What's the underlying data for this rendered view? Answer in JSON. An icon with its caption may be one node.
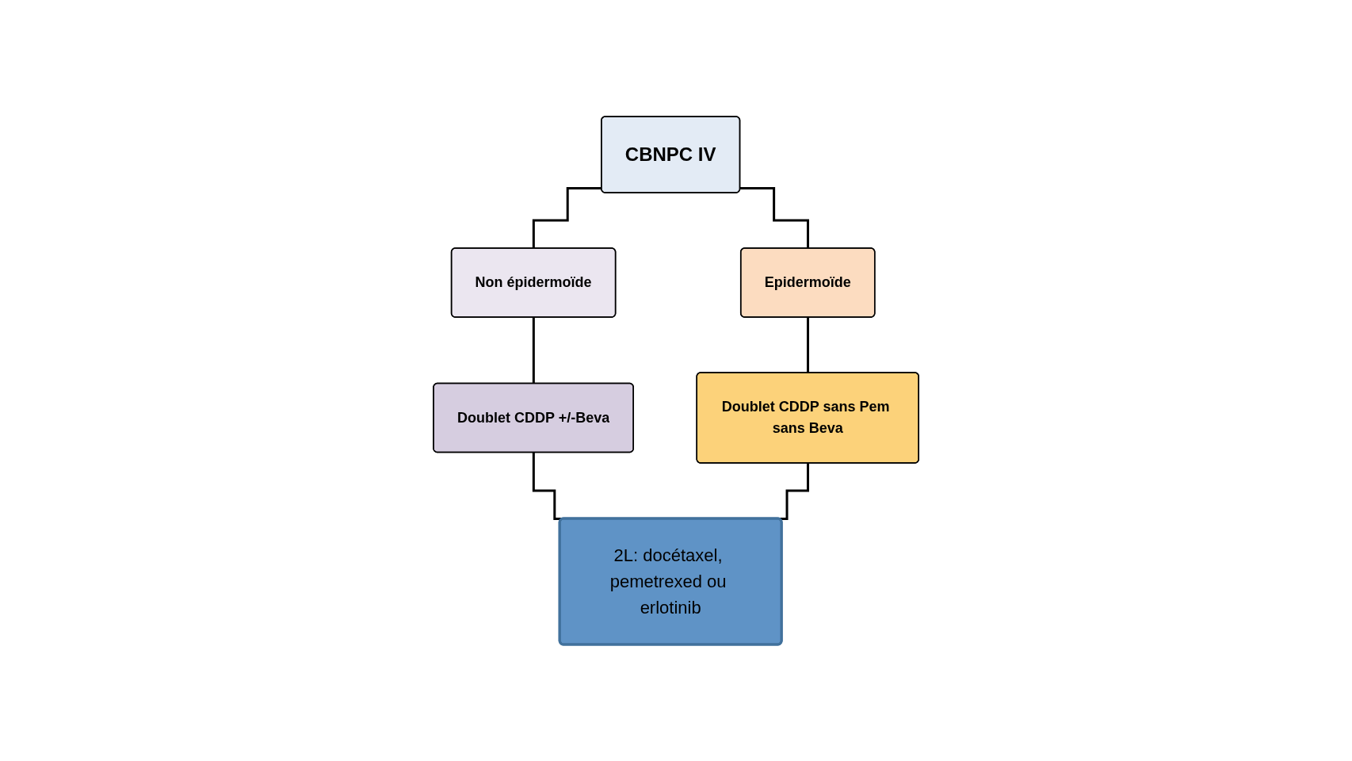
{
  "diagram": {
    "nodes": [
      {
        "text": [
          "CBNPC IV"
        ]
      },
      {
        "text": [
          "Non épidermoïde"
        ]
      },
      {
        "text": [
          "Epidermoïde"
        ]
      },
      {
        "text": [
          "Doublet CDDP +/-Beva"
        ]
      },
      {
        "text": [
          "Doublet CDDP sans Pem sans Beva"
        ]
      },
      {
        "text": [
          "2L: docétaxel, pemetrexed ou erlotinib"
        ]
      }
    ],
    "edges": [
      {
        "from": 0,
        "to": 1,
        "arrow": "none"
      },
      {
        "from": 0,
        "to": 2,
        "arrow": "none"
      },
      {
        "from": 1,
        "to": 3,
        "arrow": "none"
      },
      {
        "from": 2,
        "to": 4,
        "arrow": "none"
      },
      {
        "from": 3,
        "to": 5,
        "arrow": "none"
      },
      {
        "from": 4,
        "to": 5,
        "arrow": "none"
      }
    ]
  }
}
